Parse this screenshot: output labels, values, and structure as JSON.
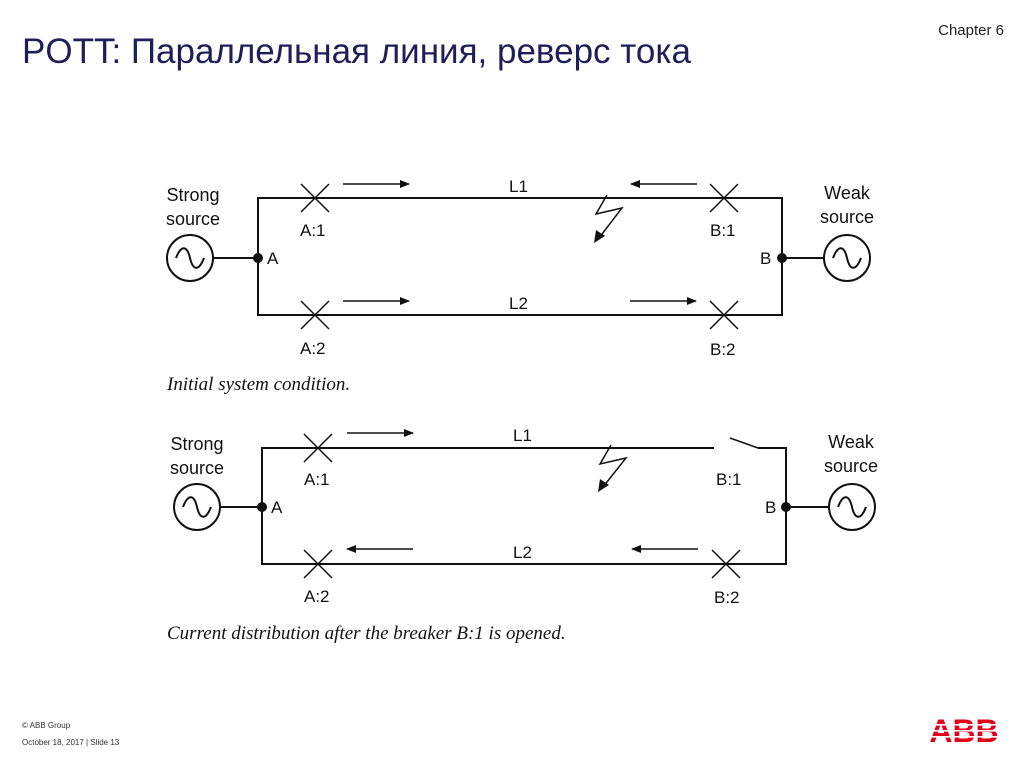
{
  "header": {
    "title": "POTT: Параллельная линия, реверс тока",
    "chapter": "Chapter 6"
  },
  "diagrams": [
    {
      "line1": "L1",
      "line2": "L2",
      "bus_a": "A",
      "bus_b": "B",
      "breaker_a1": "A:1",
      "breaker_a2": "A:2",
      "breaker_b1": "B:1",
      "breaker_b2": "B:2",
      "strong_source": [
        "Strong",
        "source"
      ],
      "weak_source": [
        "Weak",
        "source"
      ],
      "caption": "Initial system condition."
    },
    {
      "line1": "L1",
      "line2": "L2",
      "bus_a": "A",
      "bus_b": "B",
      "breaker_a1": "A:1",
      "breaker_a2": "A:2",
      "breaker_b1": "B:1",
      "breaker_b2": "B:2",
      "strong_source": [
        "Strong",
        "source"
      ],
      "weak_source": [
        "Weak",
        "source"
      ],
      "caption": "Current distribution after the breaker B:1 is opened."
    }
  ],
  "footer": {
    "copyright": "© ABB Group",
    "date_slide": "October 18, 2017 | Slide 13"
  },
  "logo": {
    "text": "ABB",
    "color": "#e2001a"
  }
}
